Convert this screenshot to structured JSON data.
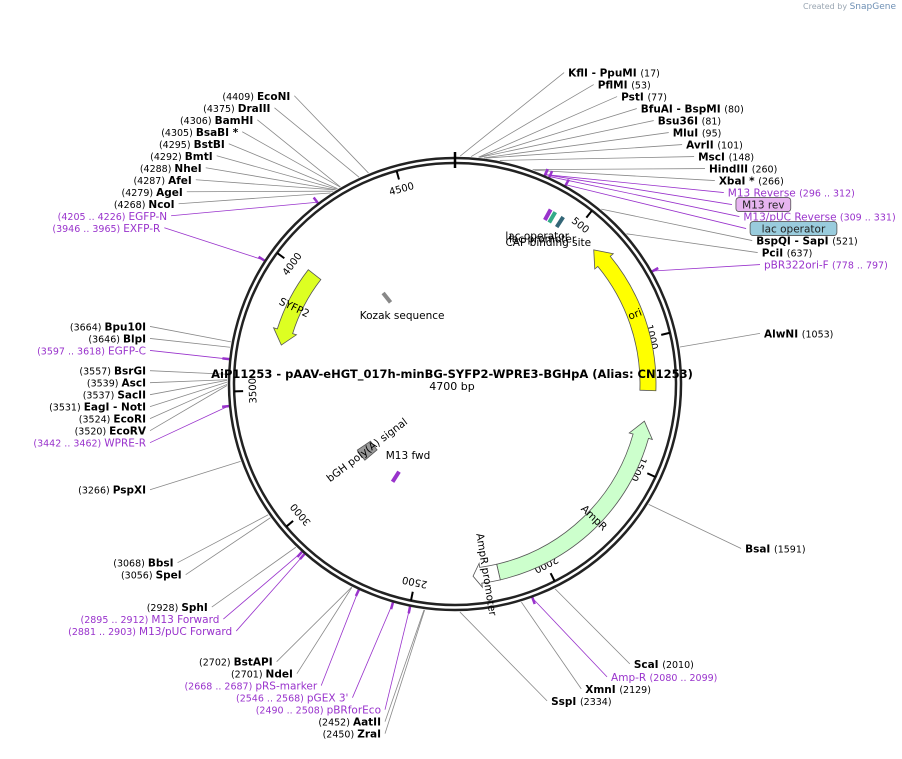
{
  "branding": {
    "created_by": "Created by",
    "app": "SnapGene"
  },
  "plasmid": {
    "title": "AiP11253 - pAAV-eHGT_017h-minBG-SYFP2-WPRE3-BGHpA (Alias: CN1253)",
    "length": "4700 bp",
    "total_bp": 4700,
    "tick_labels": [
      "500",
      "1000",
      "1500",
      "2000",
      "2500",
      "3000",
      "3500",
      "4000",
      "4500"
    ]
  },
  "features": [
    {
      "name": "SYFP2",
      "start": 4020,
      "end": 3690,
      "color": "#ddff22",
      "strand": -1,
      "ring": 1
    },
    {
      "name": "ori",
      "start": 1200,
      "end": 600,
      "color": "#ffff00",
      "strand": -1,
      "ring": 0
    },
    {
      "name": "AmpR",
      "start": 1320,
      "end": 2180,
      "color": "#ccffcc",
      "strand": -1,
      "ring": 0
    },
    {
      "name": "AmpR promoter",
      "start": 2180,
      "end": 2280,
      "color": "#ffffff",
      "strand": 1,
      "ring": 0
    },
    {
      "name": "bGH poly(A) signal",
      "start": 3000,
      "end": 3080,
      "color": "#999999",
      "strand": 0,
      "ring": 2
    },
    {
      "name": "Kozak sequence",
      "start": 4200,
      "end": 4210,
      "color": "#888888",
      "strand": 0,
      "ring": 2
    },
    {
      "name": "M13 fwd",
      "start": 2775,
      "end": 2790,
      "color": "#9933cc",
      "strand": 1,
      "ring": 2
    },
    {
      "name": "lac promoter",
      "start": 395,
      "end": 420,
      "color": "#33aa88",
      "strand": 0,
      "ring": 0
    },
    {
      "name": "CAP binding site",
      "start": 430,
      "end": 445,
      "color": "#336677",
      "strand": 0,
      "ring": 0
    },
    {
      "name": "lac operator",
      "start": 375,
      "end": 385,
      "color": "#9933cc",
      "strand": 0,
      "ring": 0
    }
  ],
  "enzymes": [
    {
      "name": "KflI",
      "extra": "- PpuMI",
      "pos": "(17)",
      "bp": 17
    },
    {
      "name": "PflMI",
      "pos": "(53)",
      "bp": 53
    },
    {
      "name": "PstI",
      "pos": "(77)",
      "bp": 77
    },
    {
      "name": "BfuAI",
      "extra": "- BspMI",
      "pos": "(80)",
      "bp": 80
    },
    {
      "name": "Bsu36I",
      "pos": "(81)",
      "bp": 81
    },
    {
      "name": "MluI",
      "pos": "(95)",
      "bp": 95
    },
    {
      "name": "AvrII",
      "pos": "(101)",
      "bp": 101
    },
    {
      "name": "MscI",
      "pos": "(148)",
      "bp": 148
    },
    {
      "name": "HindIII",
      "pos": "(260)",
      "bp": 260
    },
    {
      "name": "XbaI *",
      "pos": "(266)",
      "bp": 266
    },
    {
      "name": "BspQI",
      "extra": "- SapI",
      "pos": "(521)",
      "bp": 521
    },
    {
      "name": "PciI",
      "pos": "(637)",
      "bp": 637
    },
    {
      "name": "AlwNI",
      "pos": "(1053)",
      "bp": 1053
    },
    {
      "name": "BsaI",
      "pos": "(1591)",
      "bp": 1591
    },
    {
      "name": "ScaI",
      "pos": "(2010)",
      "bp": 2010
    },
    {
      "name": "XmnI",
      "pos": "(2129)",
      "bp": 2129
    },
    {
      "name": "SspI",
      "pos": "(2334)",
      "bp": 2334
    },
    {
      "name": "ZraI",
      "pos": "(2450)",
      "bp": 2450
    },
    {
      "name": "AatII",
      "pos": "(2452)",
      "bp": 2452
    },
    {
      "name": "NdeI",
      "pos": "(2701)",
      "bp": 2701
    },
    {
      "name": "BstAPI",
      "pos": "(2702)",
      "bp": 2702
    },
    {
      "name": "SphI",
      "pos": "(2928)",
      "bp": 2928
    },
    {
      "name": "SpeI",
      "pos": "(3056)",
      "bp": 3056
    },
    {
      "name": "BbsI",
      "pos": "(3068)",
      "bp": 3068
    },
    {
      "name": "PspXI",
      "pos": "(3266)",
      "bp": 3266
    },
    {
      "name": "EcoRV",
      "pos": "(3520)",
      "bp": 3520
    },
    {
      "name": "EcoRI",
      "pos": "(3524)",
      "bp": 3524
    },
    {
      "name": "EagI",
      "extra": "- NotI",
      "pos": "(3531)",
      "bp": 3531
    },
    {
      "name": "SacII",
      "pos": "(3537)",
      "bp": 3537
    },
    {
      "name": "AscI",
      "pos": "(3539)",
      "bp": 3539
    },
    {
      "name": "BsrGI",
      "pos": "(3557)",
      "bp": 3557
    },
    {
      "name": "BlpI",
      "pos": "(3646)",
      "bp": 3646
    },
    {
      "name": "Bpu10I",
      "pos": "(3664)",
      "bp": 3664
    },
    {
      "name": "NcoI",
      "pos": "(4268)",
      "bp": 4268
    },
    {
      "name": "AgeI",
      "pos": "(4279)",
      "bp": 4279
    },
    {
      "name": "AfeI",
      "pos": "(4287)",
      "bp": 4287
    },
    {
      "name": "NheI",
      "pos": "(4288)",
      "bp": 4288
    },
    {
      "name": "BmtI",
      "pos": "(4292)",
      "bp": 4292
    },
    {
      "name": "BstBI",
      "pos": "(4295)",
      "bp": 4295
    },
    {
      "name": "BsaBI *",
      "pos": "(4305)",
      "bp": 4305
    },
    {
      "name": "BamHI",
      "pos": "(4306)",
      "bp": 4306
    },
    {
      "name": "DraIII",
      "pos": "(4375)",
      "bp": 4375
    },
    {
      "name": "EcoNI",
      "pos": "(4409)",
      "bp": 4409
    }
  ],
  "primers": [
    {
      "name": "M13 rev",
      "pos": "",
      "bp": 305,
      "boxed": true
    },
    {
      "name": "M13 Reverse",
      "pos": "(296 .. 312)",
      "bp": 304
    },
    {
      "name": "lac operator",
      "pos": "",
      "bp": 380,
      "boxed": true
    },
    {
      "name": "M13/pUC Reverse",
      "pos": "(309 .. 331)",
      "bp": 320
    },
    {
      "name": "pBR322ori-F",
      "pos": "(778 .. 797)",
      "bp": 787
    },
    {
      "name": "Amp-R",
      "pos": "(2080 .. 2099)",
      "bp": 2090
    },
    {
      "name": "pBRforEco",
      "pos": "(2490 .. 2508)",
      "bp": 2499
    },
    {
      "name": "pGEX 3'",
      "pos": "(2546 .. 2568)",
      "bp": 2557
    },
    {
      "name": "pRS-marker",
      "pos": "(2668 .. 2687)",
      "bp": 2677
    },
    {
      "name": "M13/pUC Forward",
      "pos": "(2881 .. 2903)",
      "bp": 2892
    },
    {
      "name": "M13 Forward",
      "pos": "(2895 .. 2912)",
      "bp": 2903
    },
    {
      "name": "WPRE-R",
      "pos": "(3442 .. 3462)",
      "bp": 3452
    },
    {
      "name": "EGFP-C",
      "pos": "(3597 .. 3618)",
      "bp": 3607
    },
    {
      "name": "EXFP-R",
      "pos": "(3946 .. 3965)",
      "bp": 3955
    },
    {
      "name": "EGFP-N",
      "pos": "(4205 .. 4226)",
      "bp": 4215
    }
  ],
  "colors": {
    "enzyme_text": "#000000",
    "primer_text": "#9933cc",
    "primer_box": "#e7b5f0",
    "operator_box": "#99ccdd",
    "backbone": "#222222",
    "leader": "#888888"
  }
}
